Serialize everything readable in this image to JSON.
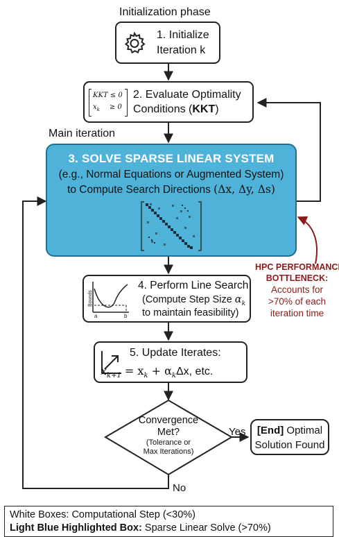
{
  "phase_label": "Initialization phase",
  "main_label": "Main iteration",
  "step1": {
    "title": "1. Initialize",
    "subtitle": "Iteration k"
  },
  "step2": {
    "matrix_row1": "KKT ≤ 0",
    "matrix_row2_left": "x",
    "matrix_row2_sub": "k",
    "matrix_row2_right": "≥ 0",
    "line1": "2. Evaluate Optimality",
    "line2_prefix": "Conditions (",
    "line2_bold": "KKT",
    "line2_suffix": ")"
  },
  "step3": {
    "title": "3. SOLVE SPARSE LINEAR SYSTEM",
    "line2": "(e.g., Normal Equations or Augmented System)",
    "line3_prefix": "to Compute Search Directions",
    "line3_math": "(Δx, Δy, Δs)"
  },
  "bottleneck": {
    "title1": "HPC PERFORMANCE",
    "title2": "BOTTLENECK:",
    "line1": "Accounts for",
    "line2": ">70% of each",
    "line3": "iteration time"
  },
  "step4": {
    "line1": "4. Perform Line Search",
    "line2_prefix": "(Compute Step Size",
    "line2_math": "α",
    "line2_sub": "k",
    "line3": "to maintain feasibility)",
    "mini_ylabel": "Bounds",
    "mini_a": "a",
    "mini_b": "b"
  },
  "step5": {
    "line1": "5. Update Iterates:",
    "line2": "x",
    "line2_sub1": "k+1",
    "line2_eq": " = x",
    "line2_sub2": "k",
    "line2_plus": " + α",
    "line2_sub3": "k",
    "line2_tail": "Δx, etc."
  },
  "decision": {
    "line1": "Convergence",
    "line2": "Met?",
    "line3": "(Tolerance or",
    "line4": "Max Iterations)",
    "yes": "Yes",
    "no": "No"
  },
  "end": {
    "line1_bold": "[End]",
    "line1_rest": " Optimal",
    "line2": "Solution Found"
  },
  "legend": {
    "row1": "White Boxes: Computational Step (<30%)",
    "row2_bold": "Light Blue Highlighted Box:",
    "row2_rest": " Sparse Linear Solve (>70%)"
  },
  "colors": {
    "highlight_fill": "#4fb3d9",
    "highlight_border": "#1c6f93",
    "bottleneck_red": "#8b1a1a",
    "line": "#222222"
  }
}
